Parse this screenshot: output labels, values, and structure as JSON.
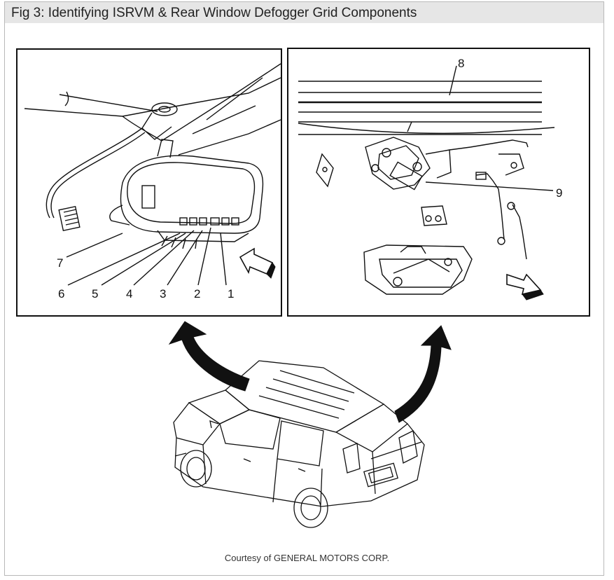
{
  "figure": {
    "title": "Fig 3: Identifying ISRVM & Rear Window Defogger Grid Components",
    "credit": "Courtesy of GENERAL MOTORS CORP."
  },
  "left_panel": {
    "callouts": [
      "1",
      "2",
      "3",
      "4",
      "5",
      "6",
      "7"
    ]
  },
  "right_panel": {
    "callouts": [
      "8",
      "9"
    ]
  },
  "colors": {
    "title_bar": "#e6e6e6",
    "line": "#111111"
  }
}
